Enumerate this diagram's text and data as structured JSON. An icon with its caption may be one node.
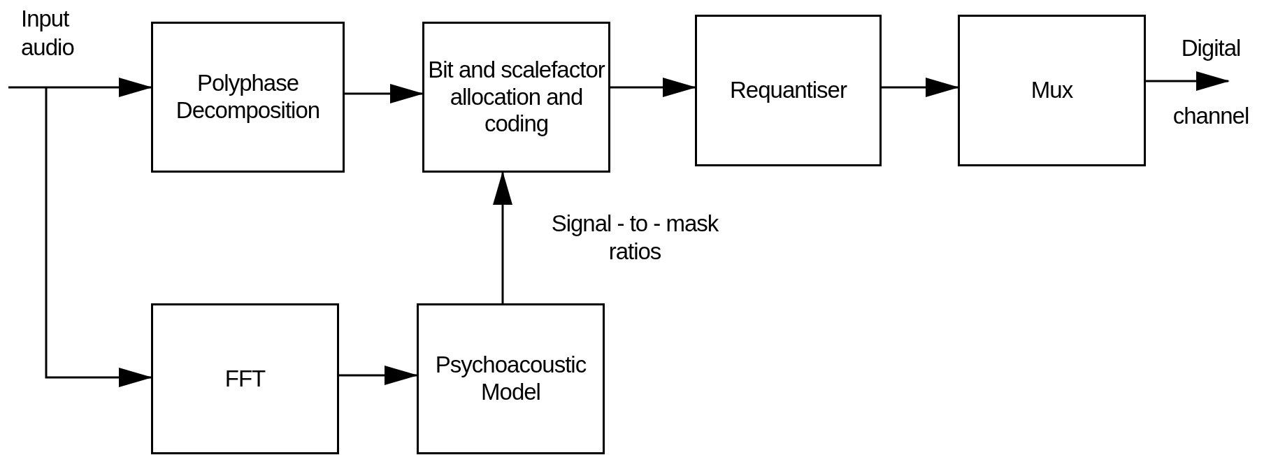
{
  "diagram": {
    "nodes": [
      {
        "text": [
          "Polyphase Decomposition"
        ]
      },
      {
        "text": [
          "Bit and scalefactor allocation and coding"
        ]
      },
      {
        "text": [
          "Requantiser"
        ]
      },
      {
        "text": [
          "Mux"
        ]
      },
      {
        "text": [
          "FFT"
        ]
      },
      {
        "text": [
          "Psychoacoustic Model"
        ]
      },
      {
        "text": [
          "Digital channel"
        ]
      }
    ],
    "edges": [
      {
        "from": null,
        "to": 0,
        "arrow": "to"
      },
      {
        "from": null,
        "to": 4,
        "arrow": "to"
      },
      {
        "from": 0,
        "to": 1,
        "arrow": "to"
      },
      {
        "from": 1,
        "to": 2,
        "arrow": "to"
      },
      {
        "from": 2,
        "to": 3,
        "arrow": "to"
      },
      {
        "from": 3,
        "to": 6,
        "arrow": "to"
      },
      {
        "from": 4,
        "to": 5,
        "arrow": "to"
      },
      {
        "from": 5,
        "to": 1,
        "arrow": "to",
        "label": "Signal - to - mask ratios"
      }
    ],
    "labels": [
      "Input audio"
    ]
  }
}
